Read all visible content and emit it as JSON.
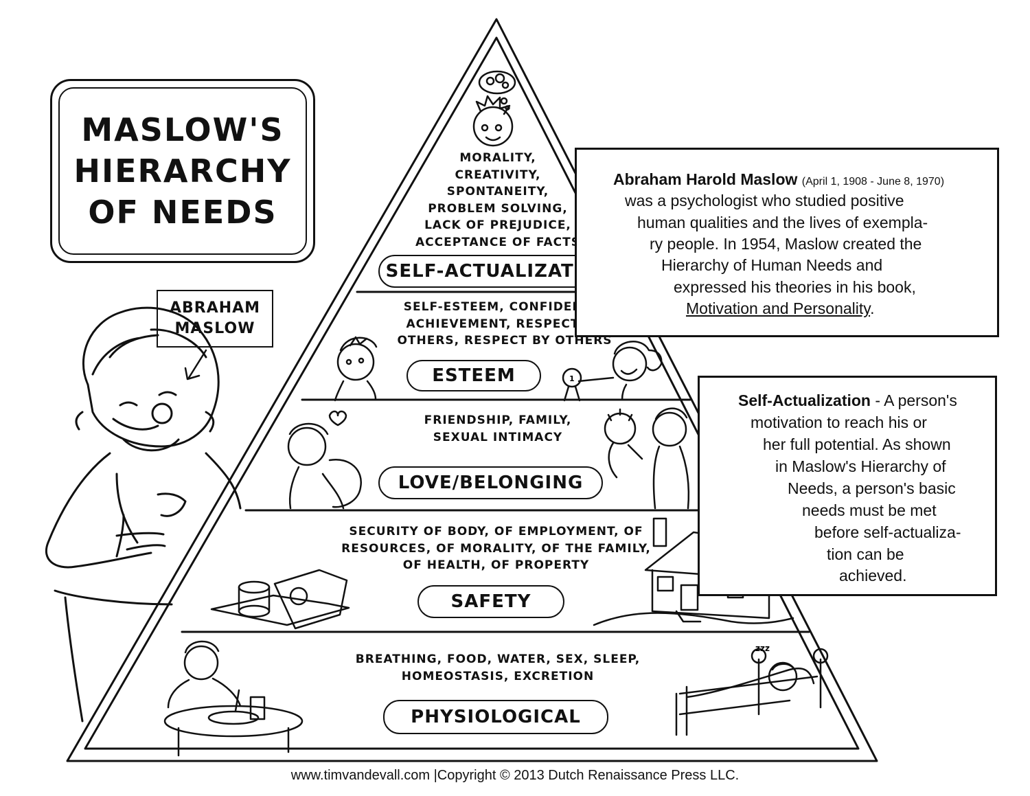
{
  "title": {
    "lines": [
      "MASLOW'S",
      "HIERARCHY",
      "OF NEEDS"
    ]
  },
  "caption": {
    "lines": [
      "ABRAHAM",
      "MASLOW"
    ]
  },
  "levels": [
    {
      "label": "SELF-ACTUALIZATION",
      "needs": [
        "MORALITY,",
        "CREATIVITY,",
        "SPONTANEITY,",
        "PROBLEM SOLVING,",
        "LACK OF PREJUDICE,",
        "ACCEPTANCE OF FACTS"
      ]
    },
    {
      "label": "ESTEEM",
      "needs": [
        "SELF-ESTEEM, CONFIDENCE,",
        "ACHIEVEMENT, RESPECT OF",
        "OTHERS, RESPECT BY OTHERS"
      ]
    },
    {
      "label": "LOVE/BELONGING",
      "needs": [
        "FRIENDSHIP, FAMILY,",
        "SEXUAL INTIMACY"
      ]
    },
    {
      "label": "SAFETY",
      "needs": [
        "SECURITY OF BODY, OF EMPLOYMENT, OF",
        "RESOURCES, OF MORALITY, OF THE FAMILY,",
        "OF HEALTH, OF PROPERTY"
      ]
    },
    {
      "label": "PHYSIOLOGICAL",
      "needs": [
        "BREATHING, FOOD, WATER, SEX, SLEEP,",
        "HOMEOSTASIS, EXCRETION"
      ]
    }
  ],
  "bio": {
    "name": "Abraham Harold Maslow",
    "dates": "(April 1, 1908 - June 8, 1970)",
    "lines": [
      "was a psychologist who studied positive",
      "human qualities and the lives of exempla-",
      "ry people. In 1954, Maslow created the",
      "Hierarchy of Human Needs and",
      "expressed his theories in his book,"
    ],
    "book": "Motivation and Personality",
    "book_end": "."
  },
  "definition": {
    "term": "Self-Actualization",
    "first": " - A person's",
    "lines": [
      "motivation to reach his or",
      "her full potential. As shown",
      "in Maslow's Hierarchy of",
      "Needs, a person's basic",
      "needs must be met",
      "before self-actualiza-",
      "tion can be",
      "achieved."
    ]
  },
  "sleep_text": "zzz",
  "badge_text": "1",
  "footer": "www.timvandevall.com |Copyright © 2013 Dutch Renaissance Press LLC.",
  "colors": {
    "ink": "#111111",
    "paper": "#ffffff"
  }
}
